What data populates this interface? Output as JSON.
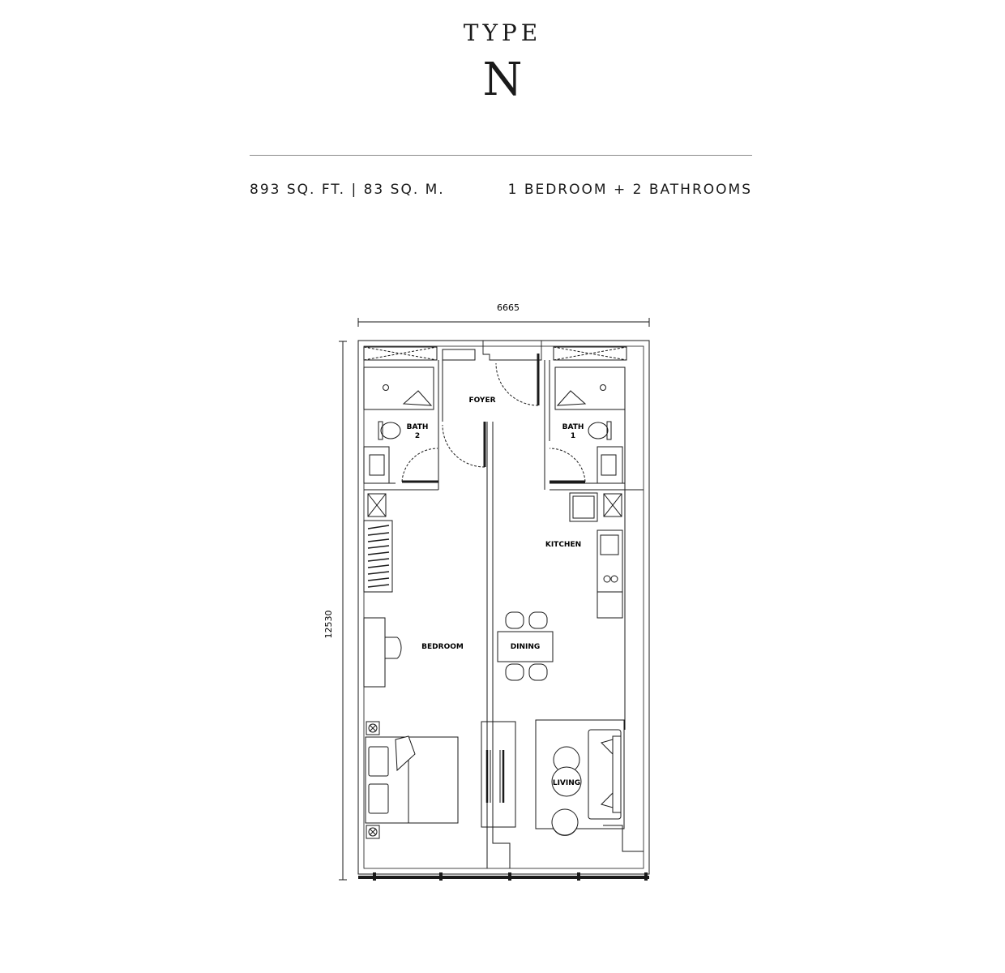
{
  "header": {
    "type_label": "TYPE",
    "type_letter": "N"
  },
  "info": {
    "area": "893 SQ. FT.  |  83 SQ. M.",
    "rooms": "1 BEDROOM + 2 BATHROOMS"
  },
  "plan": {
    "width_dimension": "6665",
    "height_dimension": "12530",
    "rooms": {
      "foyer": "FOYER",
      "bath2_line1": "BATH",
      "bath2_line2": "2",
      "bath1_line1": "BATH",
      "bath1_line2": "1",
      "kitchen": "KITCHEN",
      "bedroom": "BEDROOM",
      "dining": "DINING",
      "living": "LIVING"
    }
  }
}
